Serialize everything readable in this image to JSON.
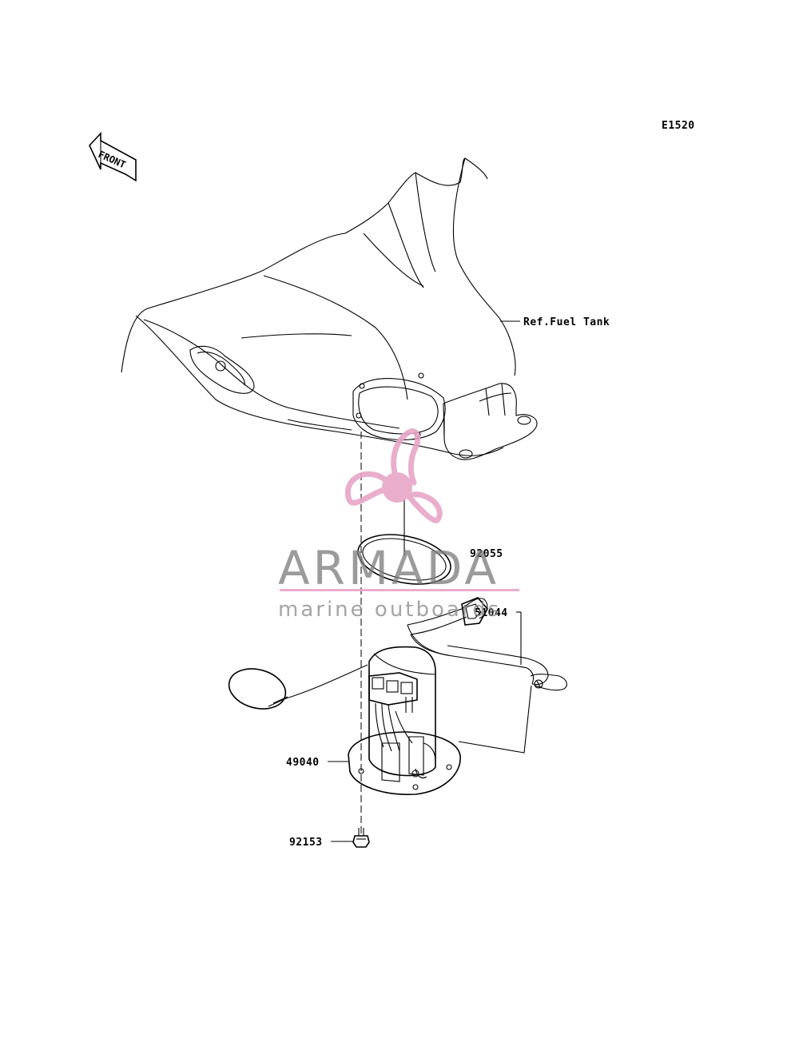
{
  "diagram_code": "E1520",
  "front_label": "FRONT",
  "callouts": {
    "fuel_tank": "Ref.Fuel Tank",
    "gasket": "92055",
    "hose": "51044",
    "pump": "49040",
    "bolt": "92153"
  },
  "watermark": {
    "brand": "ARMADA",
    "tagline": "marine outboards",
    "brand_color": "#e8a6c8",
    "text_color": "#7d7d7d"
  }
}
